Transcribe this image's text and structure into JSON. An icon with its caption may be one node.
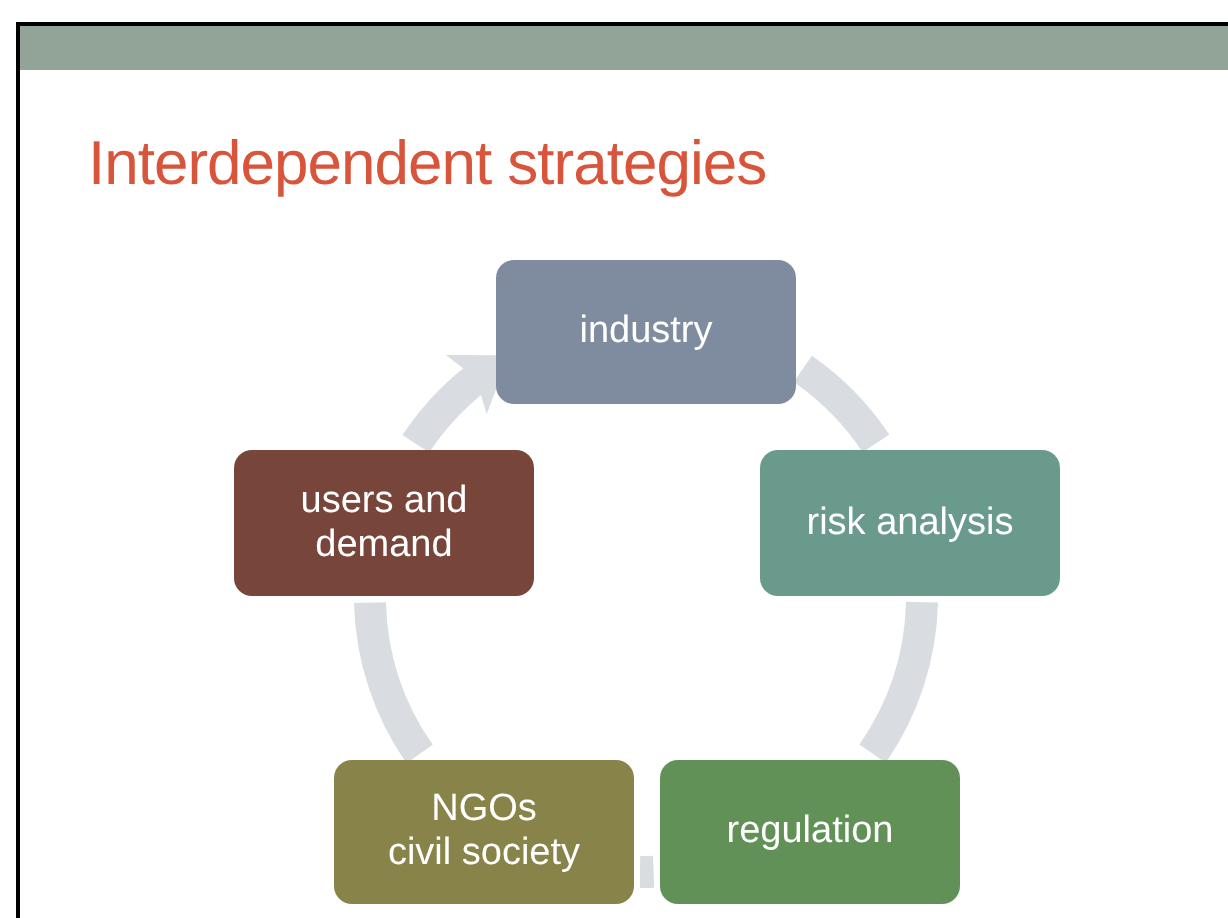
{
  "diagram": {
    "title": "Interdependent strategies",
    "nodes": [
      {
        "text": [
          "industry"
        ]
      },
      {
        "text": [
          "risk analysis"
        ]
      },
      {
        "text": [
          "regulation"
        ]
      },
      {
        "text": [
          "NGOs",
          "civil society"
        ]
      },
      {
        "text": [
          "users and demand"
        ]
      }
    ],
    "edges": [
      {
        "from": 0,
        "to": 1,
        "arrow": "none"
      },
      {
        "from": 1,
        "to": 2,
        "arrow": "none"
      },
      {
        "from": 2,
        "to": 3,
        "arrow": "none"
      },
      {
        "from": 3,
        "to": 4,
        "arrow": "none"
      },
      {
        "from": 4,
        "to": 0,
        "arrow": "to"
      }
    ]
  }
}
